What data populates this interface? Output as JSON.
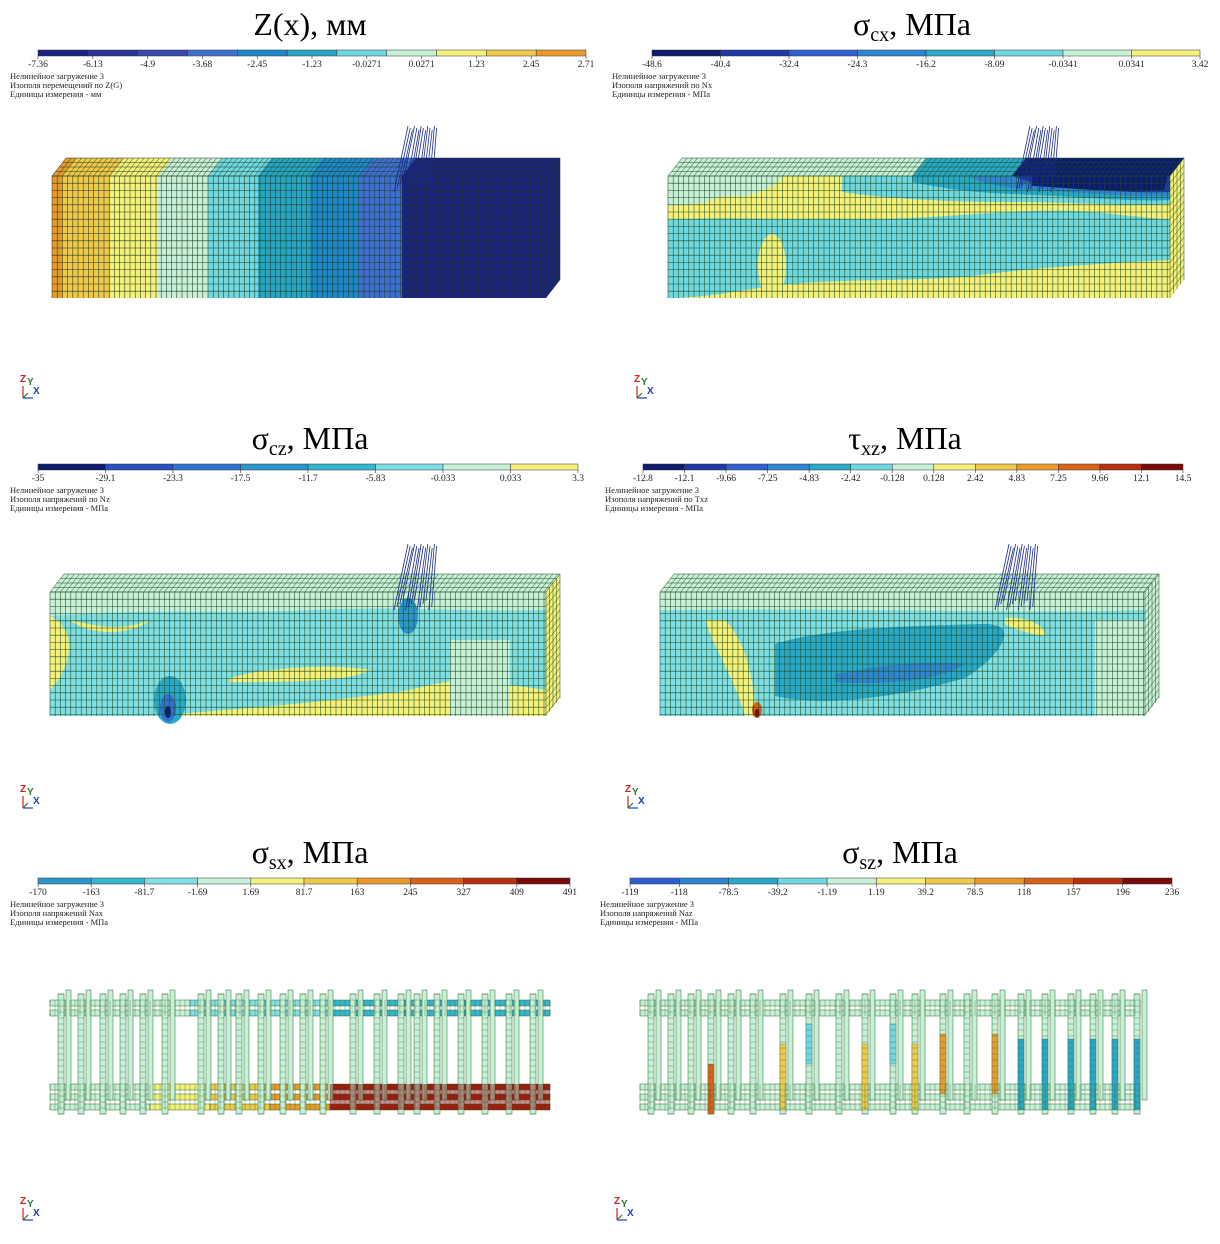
{
  "panels": [
    {
      "title_main": "Z(x), мм",
      "title_sub": "",
      "notes": [
        "Нелинейное загружение 3",
        "Изополя перемещений по Z(G)",
        "Единицы измерения - мм"
      ],
      "ticks": [
        "-7.36",
        "-6.13",
        "-4.9",
        "-3.68",
        "-2.45",
        "-1.23",
        "-0.0271",
        "0.0271",
        "1.23",
        "2.45",
        "2.71"
      ],
      "colors": [
        "#1a237e",
        "#283593",
        "#3949ab",
        "#3f6fd1",
        "#1e88c9",
        "#26a6c4",
        "#6fd8e0",
        "#c8f0d8",
        "#f5f07a",
        "#f0c94a",
        "#e89a2a"
      ]
    },
    {
      "title_main": "σ",
      "title_sub": "cx",
      "title_unit": ", МПа",
      "notes": [
        "Нелинейное загружение 3",
        "Изополя напряжений по Nx",
        "Единицы измерения - МПа"
      ],
      "ticks": [
        "-48.6",
        "-40.4",
        "-32.4",
        "-24.3",
        "-16.2",
        "-8.09",
        "-0.0341",
        "0.0341",
        "3.42"
      ],
      "colors": [
        "#0d1b6e",
        "#1f3aa8",
        "#2f5fd0",
        "#2f86cf",
        "#2aa8c8",
        "#6fd8e0",
        "#c8f0d8",
        "#f5f07a"
      ]
    },
    {
      "title_main": "σ",
      "title_sub": "cz",
      "title_unit": ", МПа",
      "notes": [
        "Нелинейное загружение 3",
        "Изополя напряжений по Nz",
        "Единицы измерения - МПа"
      ],
      "ticks": [
        "-35",
        "-29.1",
        "-23.3",
        "-17.5",
        "-11.7",
        "-5.83",
        "-0.033",
        "0.033",
        "3.3"
      ],
      "colors": [
        "#0d1b6e",
        "#2a4fc0",
        "#2f72d0",
        "#2a96cc",
        "#35b6d0",
        "#7fdfe4",
        "#c8f0d8",
        "#f5f07a"
      ]
    },
    {
      "title_main": "τ",
      "title_sub": "xz",
      "title_unit": ", МПа",
      "notes": [
        "Нелинейное загружение 3",
        "Изополя напряжений по Txz",
        "Единицы измерения - МПа"
      ],
      "ticks": [
        "-12.8",
        "-12.1",
        "-9.66",
        "-7.25",
        "-4.83",
        "-2.42",
        "-0.128",
        "0.128",
        "2.42",
        "4.83",
        "7.25",
        "9.66",
        "12.1",
        "14.5"
      ],
      "colors": [
        "#0d1b6e",
        "#1f3aa8",
        "#2f5fd0",
        "#2f86cf",
        "#2aa8c8",
        "#6fd8e0",
        "#c8f0d8",
        "#f5f07a",
        "#f0c94a",
        "#e89a2a",
        "#d8621a",
        "#b83010",
        "#7a0a0a"
      ]
    },
    {
      "title_main": "σ",
      "title_sub": "sx",
      "title_unit": ", МПа",
      "notes": [
        "Нелинейное загружение 3",
        "Изополя напряжений Nax",
        "Единицы измерения - МПа"
      ],
      "ticks": [
        "-170",
        "-163",
        "-81.7",
        "-1.69",
        "1.69",
        "81.7",
        "163",
        "245",
        "327",
        "409",
        "491"
      ],
      "colors": [
        "#2a96cc",
        "#35b6d0",
        "#7fdfe4",
        "#c8f0d8",
        "#f5f07a",
        "#f0c94a",
        "#e89a2a",
        "#d8621a",
        "#b83010",
        "#7a0a0a"
      ]
    },
    {
      "title_main": "σ",
      "title_sub": "sz",
      "title_unit": ", МПа",
      "notes": [
        "Нелинейное загружение 3",
        "Изополя напряжений Naz",
        "Единицы измерения - МПа"
      ],
      "ticks": [
        "-119",
        "-118",
        "-78.5",
        "-39.2",
        "-1.19",
        "1.19",
        "39.2",
        "78.5",
        "118",
        "157",
        "196",
        "236"
      ],
      "colors": [
        "#2f5fd0",
        "#2f86cf",
        "#2aa8c8",
        "#6fd8e0",
        "#c8f0d8",
        "#f5f07a",
        "#f0c94a",
        "#e89a2a",
        "#d8621a",
        "#b83010",
        "#7a0a0a"
      ]
    }
  ],
  "axis_labels": {
    "z": "Z",
    "y": "Y",
    "x": "X"
  }
}
